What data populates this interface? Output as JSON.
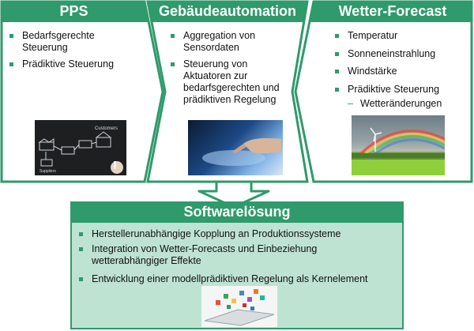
{
  "colors": {
    "green_dark": "#2f9a6b",
    "green_light": "#bfe3d3",
    "bullet": "#2f9a6b"
  },
  "boxes": {
    "pps": {
      "title": "PPS",
      "items": [
        "Bedarfsgerechte\nSteuerung",
        "Prädiktive Steuerung"
      ],
      "image_labels": {
        "customers": "Customers",
        "suppliers": "Suppliers"
      }
    },
    "gebaeude": {
      "title": "Gebäudeautomation",
      "items": [
        "Aggregation von\nSensordaten",
        "Steuerung von\nAktuatoren zur\nbedarfsgerechten und\nprädiktiven Regelung"
      ]
    },
    "wetter": {
      "title": "Wetter-Forecast",
      "items": [
        "Temperatur",
        "Sonneneinstrahlung",
        "Windstärke",
        "Prädiktive Steuerung"
      ],
      "subitem": "Wetteränderungen"
    },
    "software": {
      "title": "Softwarelösung",
      "items": [
        "Herstellerunabhängige Kopplung an Produktionssysteme",
        "Integration von Wetter-Forecasts und Einbeziehung\nwetterabhängiger Effekte",
        "Entwicklung einer modellprädiktiven Regelung als Kernelement"
      ]
    }
  }
}
